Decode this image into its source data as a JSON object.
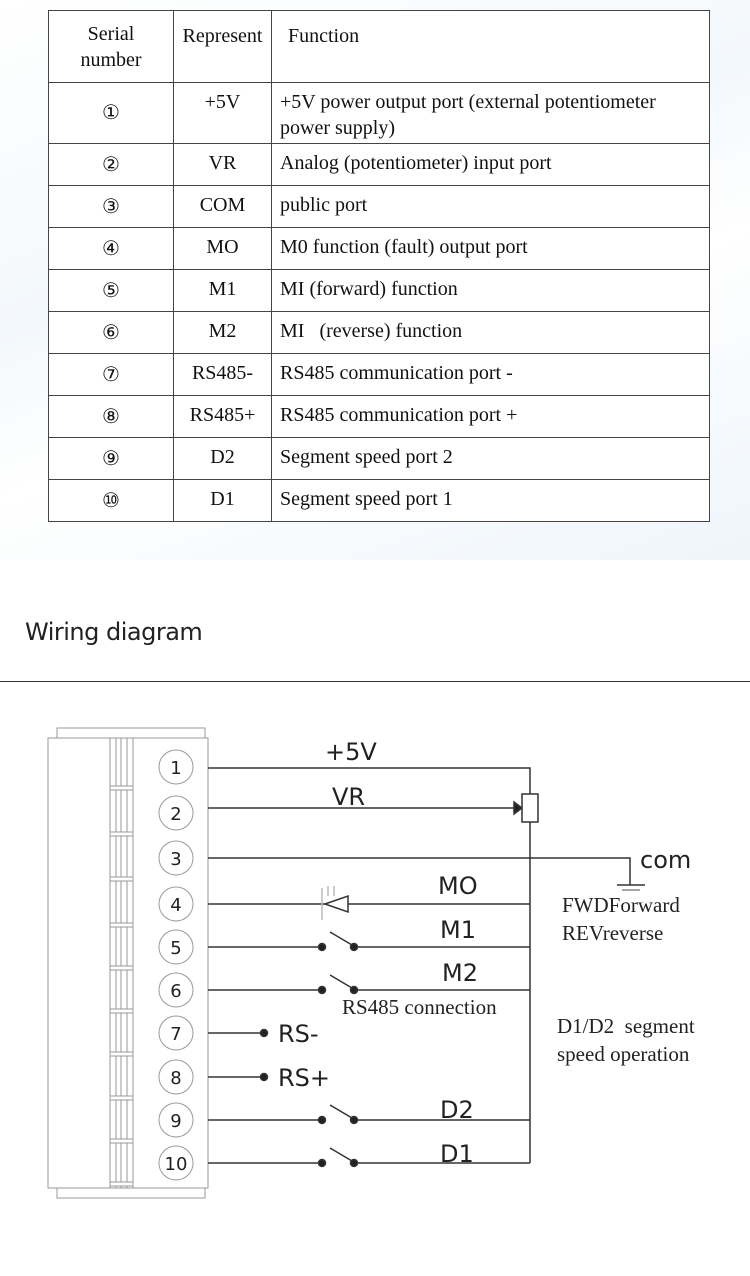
{
  "table": {
    "headers": [
      "Serial number",
      "Represent",
      "Function"
    ],
    "header_serial_lines": [
      "Serial",
      "number"
    ],
    "rows": [
      {
        "serial": "①",
        "represent": "+5V",
        "function": "+5V power output port (external potentiometer",
        "function2": "power supply)"
      },
      {
        "serial": "②",
        "represent": "VR",
        "function": "Analog (potentiometer) input port"
      },
      {
        "serial": "③",
        "represent": "COM",
        "function": "public port"
      },
      {
        "serial": "④",
        "represent": "MO",
        "function": "M0 function (fault) output port"
      },
      {
        "serial": "⑤",
        "represent": "M1",
        "function": "MI (forward) function"
      },
      {
        "serial": "⑥",
        "represent": "M2",
        "function": "MI   (reverse) function"
      },
      {
        "serial": "⑦",
        "represent": "RS485-",
        "function": "RS485 communication port -"
      },
      {
        "serial": "⑧",
        "represent": "RS485+",
        "function": "RS485 communication port +"
      },
      {
        "serial": "⑨",
        "represent": "D2",
        "function": "Segment speed port 2"
      },
      {
        "serial": "⑩",
        "represent": "D1",
        "function": "Segment speed port 1"
      }
    ]
  },
  "section_title": "Wiring diagram",
  "diagram": {
    "terminals": [
      "1",
      "2",
      "3",
      "4",
      "5",
      "6",
      "7",
      "8",
      "9",
      "10"
    ],
    "labels": {
      "p5v": "+5V",
      "vr": "VR",
      "com": "com",
      "mo": "MO",
      "m1": "M1",
      "m2": "M2",
      "rs485": "RS485 connection",
      "rsm": "RS-",
      "rsp": "RS+",
      "d2": "D2",
      "d1": "D1",
      "fwd": "FWDForward",
      "rev": "REVreverse",
      "seg1": "D1/D2  segment",
      "seg2": "speed operation"
    }
  }
}
